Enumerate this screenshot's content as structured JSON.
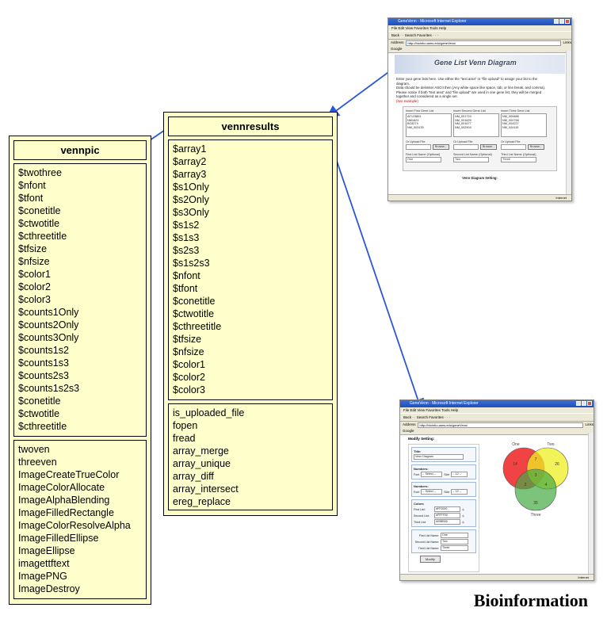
{
  "classes": {
    "vennpic": {
      "name": "vennpic",
      "attributes": [
        "$twothree",
        "$nfont",
        "$tfont",
        "$conetitle",
        "$ctwotitle",
        "$cthreetitle",
        "$tfsize",
        "$nfsize",
        "$color1",
        "$color2",
        "$color3",
        "$counts1Only",
        "$counts2Only",
        "$counts3Only",
        "$counts1s2",
        "$counts1s3",
        "$counts2s3",
        "$counts1s2s3",
        "$conetitle",
        "$ctwotitle",
        "$cthreetitle"
      ],
      "methods": [
        "twoven",
        "threeven",
        "ImageCreateTrueColor",
        "ImageColorAllocate",
        "ImageAlphaBlending",
        "ImageFilledRectangle",
        "ImageColorResolveAlpha",
        "ImageFilledEllipse",
        "ImageEllipse",
        "imagettftext",
        "ImagePNG",
        "ImageDestroy"
      ]
    },
    "vennresults": {
      "name": "vennresults",
      "attributes": [
        "$array1",
        "$array2",
        "$array3",
        "$s1Only",
        "$s2Only",
        "$s3Only",
        "$s1s2",
        "$s1s3",
        "$s2s3",
        "$s1s2s3",
        "$nfont",
        "$tfont",
        "$conetitle",
        "$ctwotitle",
        "$cthreetitle",
        "$tfsize",
        "$nfsize",
        "$color1",
        "$color2",
        "$color3"
      ],
      "methods": [
        "is_uploaded_file",
        "fopen",
        "fread",
        "array_merge",
        "array_unique",
        "array_diff",
        "array_intersect",
        "ereg_replace"
      ]
    }
  },
  "screenshot_input": {
    "window_title": "GeneVenn - Microsoft Internet Explorer",
    "menu": "File   Edit   View   Favorites   Tools   Help",
    "toolbar": "Back  ·  ·  Search  Favorites  ·  ·  ·",
    "address_label": "Address",
    "address_value": "http://bioinfo.uams.edu/geneVenn/",
    "links_label": "Links",
    "google_label": "Google",
    "banner_title": "Gene List Venn Diagram",
    "intro_lines": [
      "Enter your gene lists here. Use either the \"text area\" or \"file upload\" to assign your list to the",
      "diagram.",
      "Data should be delimiter ASCII then (Any white space like space, tab, or line break, and comma).",
      "Please notice if both \"text area\" and \"file upload\" are used in one gene list, they will be merged",
      "together and considered as a single set."
    ],
    "intro_red": "(see example)",
    "columns": [
      {
        "head": "Insert First Gene List",
        "genes": [
          "AF123851",
          "NM1823",
          "BC8274",
          "NM_003130"
        ],
        "upload_label": "Or Upload File",
        "browse": "Browse...",
        "name_label": "First List Name (Optional)",
        "name_value": "One"
      },
      {
        "head": "Insert Second Gene List",
        "genes": [
          "NM_001724",
          "NM_001625",
          "NM_001677",
          "NM_002904"
        ],
        "upload_label": "Or Upload File",
        "browse": "Browse...",
        "name_label": "Second List Name (Optional)",
        "name_value": "Two"
      },
      {
        "head": "Insert Third Gene List",
        "genes": [
          "NM_000686",
          "NM_000758",
          "NM_004227",
          "NM_024115"
        ],
        "upload_label": "Or Upload File",
        "browse": "Browse...",
        "name_label": "Third List Name (Optional)",
        "name_value": "Three"
      }
    ],
    "setting_title": "Venn Diagram Setting:",
    "status_zone": "Internet"
  },
  "screenshot_output": {
    "window_title": "GeneVenn - Microsoft Internet Explorer",
    "menu": "File   Edit   View   Favorites   Tools   Help",
    "toolbar": "Back  ·  ·  Search  Favorites  ·  ·  ·",
    "address_label": "Address",
    "address_value": "http://bioinfo.uams.edu/geneVenn/",
    "links_label": "Links",
    "google_label": "Google",
    "modify_title": "Modify Setting:",
    "title_group": "Title:",
    "title_value": "Venn Diagram",
    "numbers_group": "Numbers:",
    "numbers_font_label": "Font",
    "numbers_font_value": "-- Select --",
    "numbers_size_label": "Size",
    "numbers_size_value": "-- 12 --",
    "numbers2_group": "Numbers:",
    "numbers2_font_value": "-- Select --",
    "numbers2_size_value": "-- 12 --",
    "colors_group": "Colors",
    "first_list_label": "First List:",
    "first_list_value": "#FF0000",
    "second_list_label": "Second List:",
    "second_list_value": "#FFFF00",
    "third_list_label": "Third List:",
    "third_list_value": "#00BB00",
    "first_name_label": "First List Name:",
    "first_name_value": "One",
    "second_name_label": "Second List Name:",
    "second_name_value": "Two",
    "third_name_label": "Third List Name:",
    "third_name_value": "Three",
    "modify_button": "Modify",
    "status_zone": "Internet",
    "venn": {
      "labels": [
        "One",
        "Two",
        "Three"
      ],
      "colors": [
        "#ee2222",
        "#eeee22",
        "#44aa44"
      ],
      "regions": {
        "one_only": "14",
        "two_only": "26",
        "three_only": "35",
        "one_two": "7",
        "one_three": "2",
        "two_three": "4",
        "all": "3"
      }
    }
  },
  "caption": "Bioinformation"
}
